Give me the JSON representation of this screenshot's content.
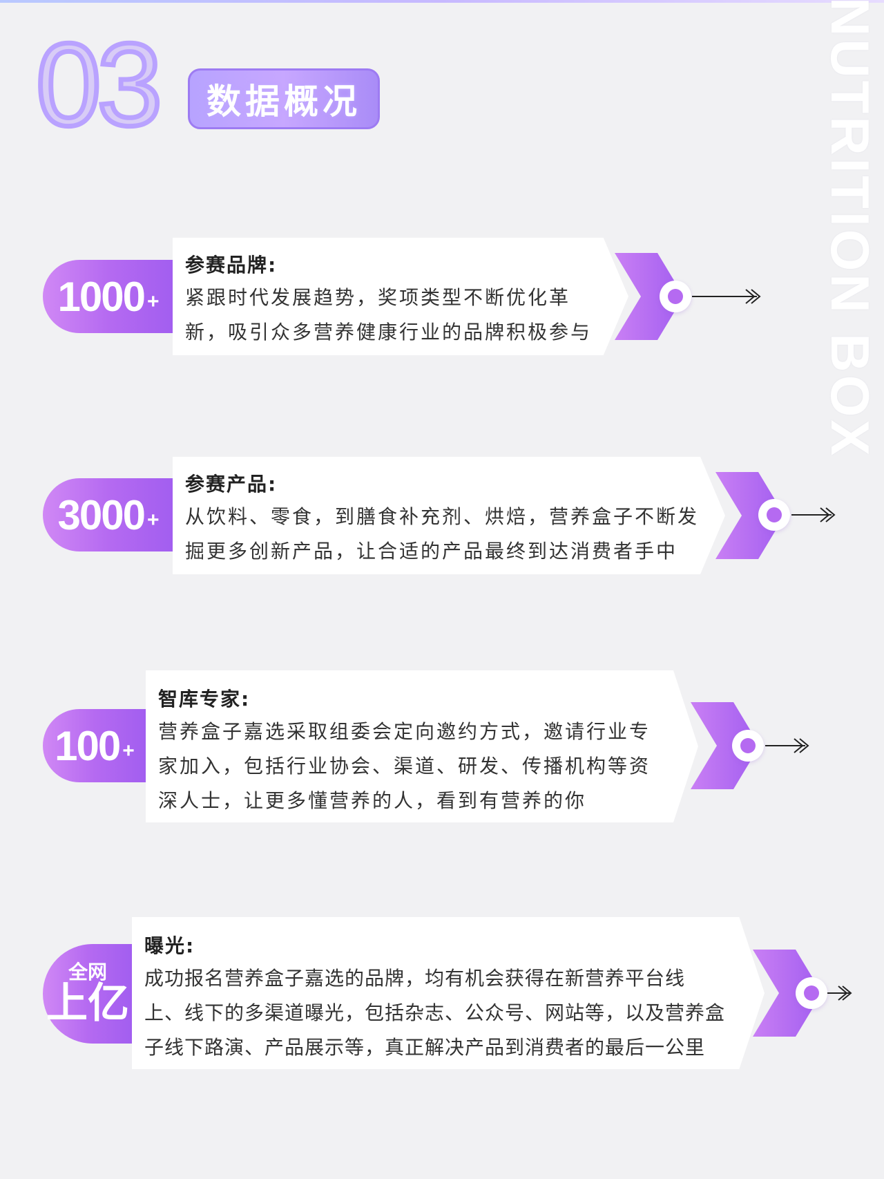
{
  "header": {
    "section_number": "03",
    "section_title": "数据概况",
    "vertical_text": "NUTRITION BOX"
  },
  "items": [
    {
      "value": "1000",
      "suffix": "+",
      "title": "参赛品牌:",
      "lines": [
        "紧跟时代发展趋势，奖项类型不断优化革",
        "新，吸引众多营养健康行业的品牌积极参与"
      ]
    },
    {
      "value": "3000",
      "suffix": "+",
      "title": "参赛产品:",
      "lines": [
        "从饮料、零食，到膳食补充剂、烘焙，营养盒子不断发",
        "掘更多创新产品，让合适的产品最终到达消费者手中"
      ]
    },
    {
      "value": "100",
      "suffix": "+",
      "title": "智库专家:",
      "lines": [
        "营养盒子嘉选采取组委会定向邀约方式，邀请行业专",
        "家加入，包括行业协会、渠道、研发、传播机构等资",
        "深人士，让更多懂营养的人，看到有营养的你"
      ]
    },
    {
      "value_top": "全网",
      "value": "上亿",
      "title": "曝光:",
      "lines": [
        "成功报名营养盒子嘉选的品牌，均有机会获得在新营养平台线",
        "上、线下的多渠道曝光，包括杂志、公众号、网站等，以及营养盒",
        "子线下路演、产品展示等，真正解决产品到消费者的最后一公里"
      ]
    }
  ],
  "colors": {
    "accent": "#b56af1",
    "accent_light": "#d088f5",
    "background": "#f1f1f3"
  }
}
